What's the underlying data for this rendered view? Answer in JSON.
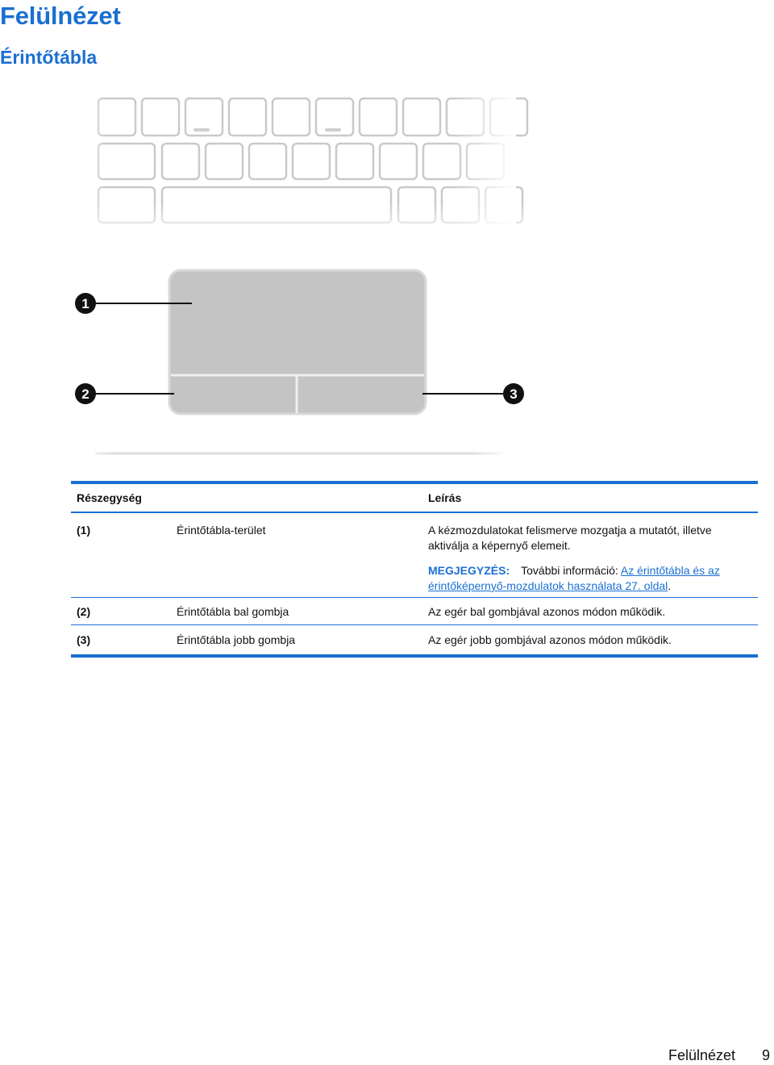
{
  "section_title": "Felülnézet",
  "subsection_title": "Érintőtábla",
  "figure": {
    "callouts": [
      "1",
      "2",
      "3"
    ]
  },
  "table": {
    "headers": {
      "component": "Részegység",
      "description": "Leírás"
    },
    "rows": [
      {
        "num": "(1)",
        "component": "Érintőtábla-terület",
        "description": "A kézmozdulatokat felismerve mozgatja a mutatót, illetve aktiválja a képernyő elemeit.",
        "note_label": "MEGJEGYZÉS:",
        "note_text": "További információ: ",
        "note_link": "Az érintőtábla és az érintőképernyő-mozdulatok használata 27. oldal",
        "note_end": "."
      },
      {
        "num": "(2)",
        "component": "Érintőtábla bal gombja",
        "description": "Az egér bal gombjával azonos módon működik."
      },
      {
        "num": "(3)",
        "component": "Érintőtábla jobb gombja",
        "description": "Az egér jobb gombjával azonos módon működik."
      }
    ]
  },
  "footer": {
    "title": "Felülnézet",
    "page": "9"
  },
  "colors": {
    "accent": "#1a6fd1"
  }
}
